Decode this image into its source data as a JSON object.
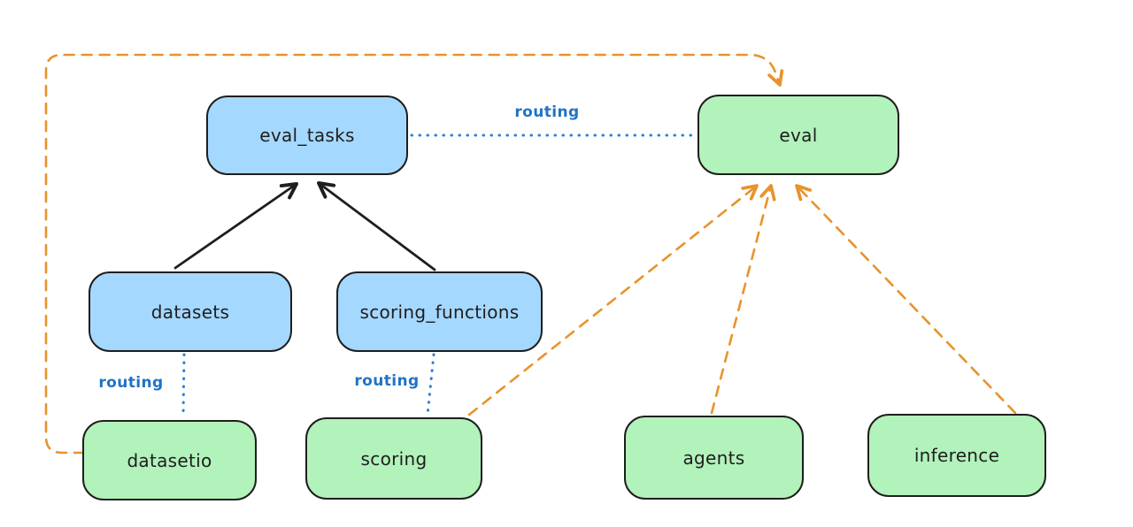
{
  "diagram": {
    "title": "",
    "nodes": [
      {
        "id": "eval_tasks",
        "label": "eval_tasks",
        "fill": "#a5d8ff"
      },
      {
        "id": "eval",
        "label": "eval",
        "fill": "#b2f2bb"
      },
      {
        "id": "datasets",
        "label": "datasets",
        "fill": "#a5d8ff"
      },
      {
        "id": "scoring_functions",
        "label": "scoring_functions",
        "fill": "#a5d8ff"
      },
      {
        "id": "datasetio",
        "label": "datasetio",
        "fill": "#b2f2bb"
      },
      {
        "id": "scoring",
        "label": "scoring",
        "fill": "#b2f2bb"
      },
      {
        "id": "agents",
        "label": "agents",
        "fill": "#b2f2bb"
      },
      {
        "id": "inference",
        "label": "inference",
        "fill": "#b2f2bb"
      }
    ],
    "edges": [
      {
        "from": "datasets",
        "to": "eval_tasks",
        "style": "solid-black-arrow",
        "label": ""
      },
      {
        "from": "scoring_functions",
        "to": "eval_tasks",
        "style": "solid-black-arrow",
        "label": ""
      },
      {
        "from": "eval_tasks",
        "to": "eval",
        "style": "dotted-blue",
        "label": "routing"
      },
      {
        "from": "datasets",
        "to": "datasetio",
        "style": "dotted-blue",
        "label": "routing"
      },
      {
        "from": "scoring_functions",
        "to": "scoring",
        "style": "dotted-blue",
        "label": "routing"
      },
      {
        "from": "datasetio",
        "to": "eval",
        "style": "dashed-orange-arrow",
        "label": ""
      },
      {
        "from": "scoring",
        "to": "eval",
        "style": "dashed-orange-arrow",
        "label": ""
      },
      {
        "from": "agents",
        "to": "eval",
        "style": "dashed-orange-arrow",
        "label": ""
      },
      {
        "from": "inference",
        "to": "eval",
        "style": "dashed-orange-arrow",
        "label": ""
      }
    ],
    "colors": {
      "node_stroke": "#1e1e1e",
      "blue_fill": "#a5d8ff",
      "green_fill": "#b2f2bb",
      "routing_blue": "#2173c4",
      "orange": "#e8932c",
      "background": "#ffffff"
    }
  }
}
